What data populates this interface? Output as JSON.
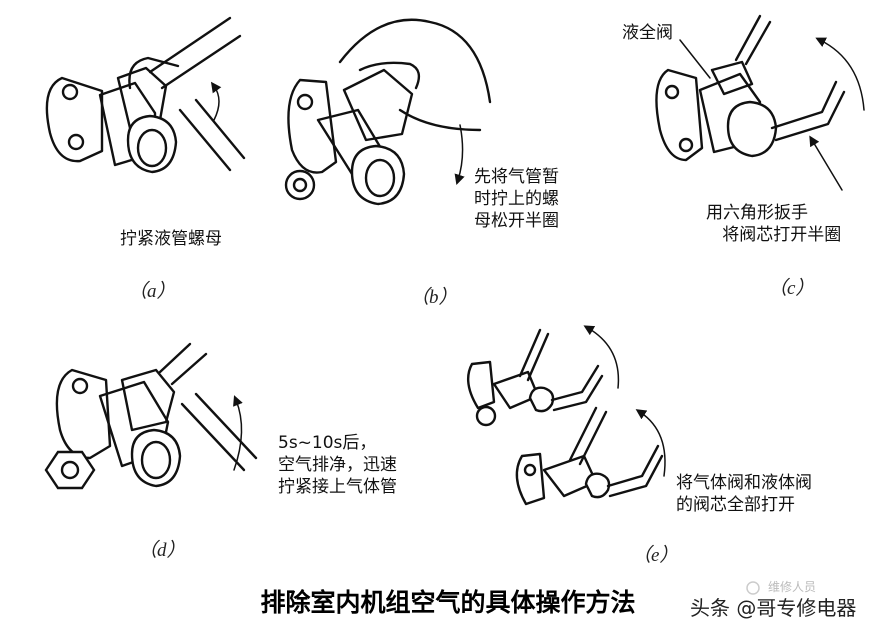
{
  "title": "排除室内机组空气的具体操作方法",
  "watermark": {
    "text": "头条 @哥专修电器",
    "faint": "维修人员"
  },
  "panels": [
    {
      "id": "a",
      "label": "（a）",
      "caption": "拧紧液管螺母"
    },
    {
      "id": "b",
      "label": "（b）",
      "caption": "先将气管暂\n时拧上的螺\n母松开半圈"
    },
    {
      "id": "c",
      "label": "（c）",
      "part_label": "液全阀",
      "caption": "用六角形扳手\n   将阀芯打开半圈"
    },
    {
      "id": "d",
      "label": "（d）",
      "caption": "5s~10s后，\n空气排净，迅速\n拧紧接上气体管"
    },
    {
      "id": "e",
      "label": "（e）",
      "caption": "将气体阀和液体阀\n的阀芯全部打开"
    }
  ]
}
